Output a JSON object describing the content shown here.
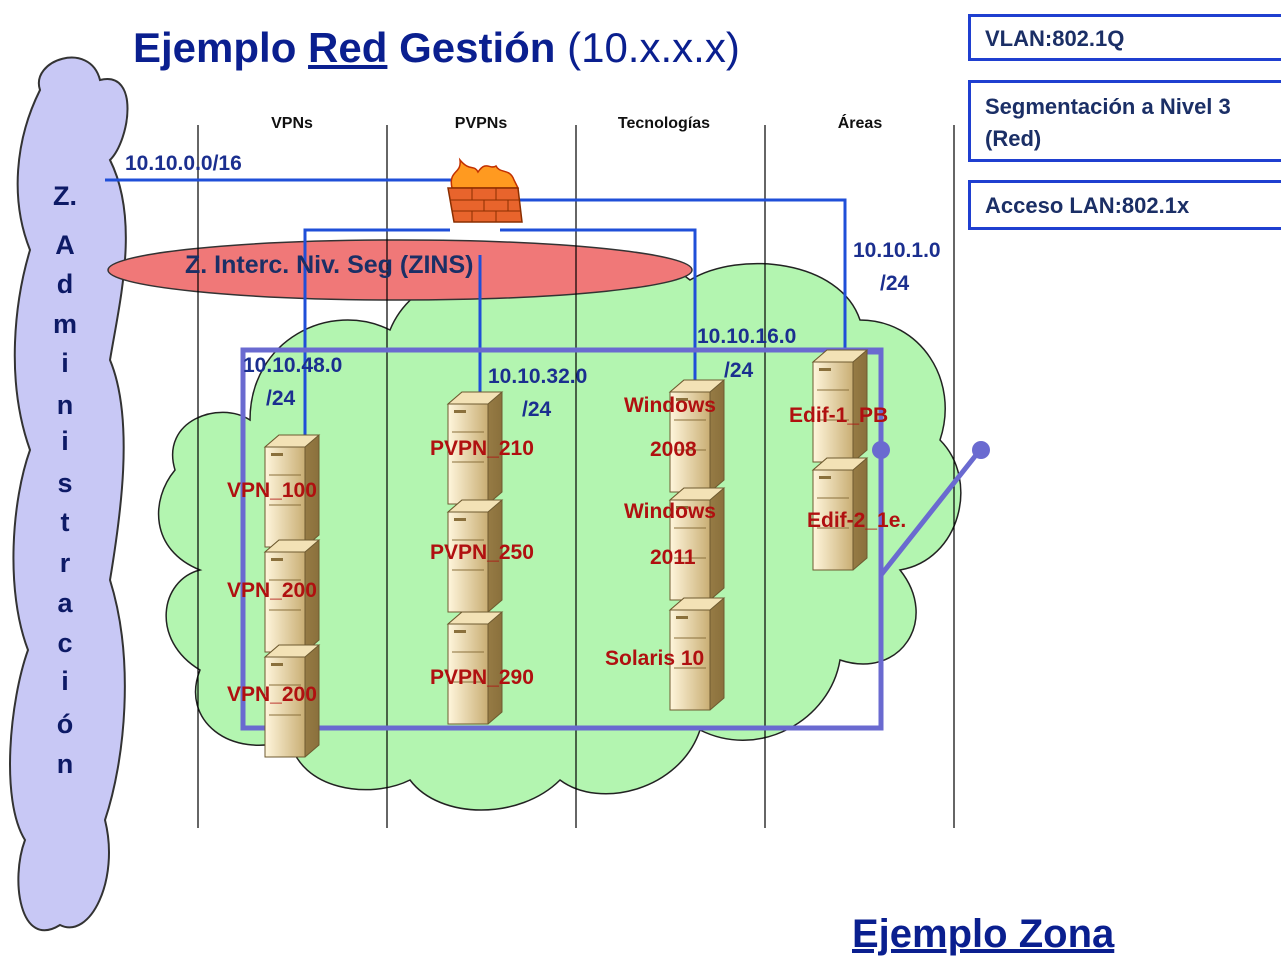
{
  "title": {
    "part1": "Ejemplo ",
    "part2": "Red",
    "part3": " Gestión",
    "part4": " (10.x.x.x)"
  },
  "info_boxes": [
    "VLAN:802.1Q",
    "Segmentación a Nivel 3 (Red)",
    "Acceso LAN:802.1x"
  ],
  "admin_zone": [
    "Z.",
    "A",
    "d",
    "m",
    "i",
    "n",
    "i",
    "s",
    "t",
    "r",
    "a",
    "c",
    "i",
    "ó",
    "n"
  ],
  "columns": [
    "VPNs",
    "PVPNs",
    "Tecnologías",
    "Áreas"
  ],
  "zins_label": "Z. Interc. Niv. Seg (ZINS)",
  "networks": {
    "admin": "10.10.0.0/16",
    "areas_a": "10.10.1.0",
    "areas_b": "/24",
    "vpn_a": "10.10.48.0",
    "vpn_b": "/24",
    "pvpn_a": "10.10.32.0",
    "pvpn_b": "/24",
    "tech_a": "10.10.16.0",
    "tech_b": "/24"
  },
  "servers": {
    "vpn": [
      "VPN_100",
      "VPN_200",
      "VPN_200"
    ],
    "pvpn": [
      "PVPN_210",
      "PVPN_250",
      "PVPN_290"
    ],
    "tech": [
      "Windows",
      "2008",
      "Windows",
      "2011",
      "Solaris 10"
    ],
    "areas": [
      "Edif-1_PB",
      "Edif-2_1e."
    ]
  },
  "footer": "Ejemplo Zona",
  "colors": {
    "title": "#0a1f8f",
    "line": "#1f4fd8",
    "cloud_green": "#b3f5b0",
    "cloud_blue": "#c8c8f5",
    "zins": "#f07878",
    "server_label": "#b01010",
    "zone_box": "#6a6ad0"
  }
}
